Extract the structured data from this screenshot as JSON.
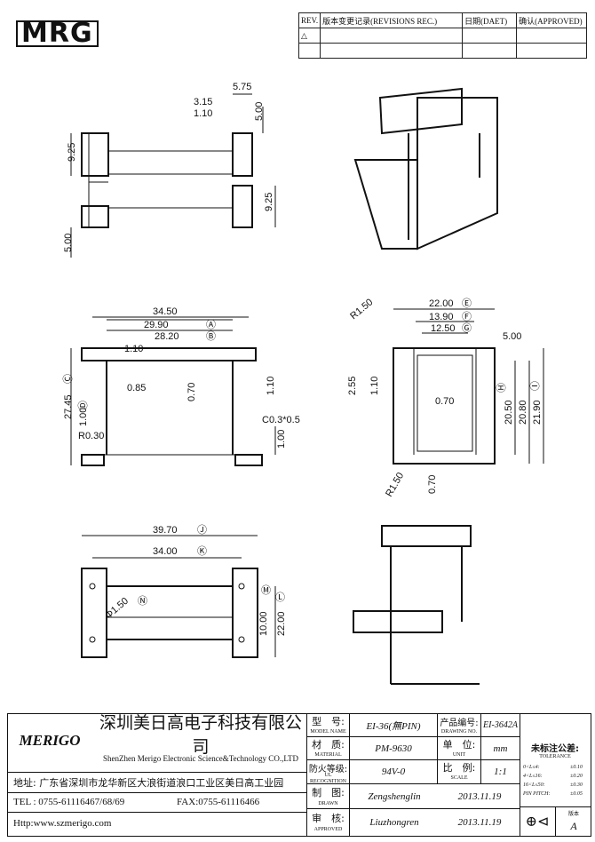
{
  "logo_text": "MRG",
  "revision_table": {
    "headers": [
      "REV.",
      "版本变更记录(REVISIONS REC.)",
      "日期(DAET)",
      "确认(APPROVED)"
    ]
  },
  "views": {
    "top_left": {
      "dims": [
        "5.75",
        "3.15",
        "1.10",
        "5.00",
        "9.25",
        "9.25",
        "5.00"
      ]
    },
    "mid_left": {
      "dims": [
        "34.50",
        "29.90",
        "Ⓐ",
        "28.20",
        "Ⓑ",
        "1.10",
        "0.85",
        "0.70",
        "1.10",
        "27.45",
        "Ⓒ",
        "1.00",
        "Ⓓ",
        "R0.30",
        "C0.3*0.5",
        "1.00"
      ]
    },
    "mid_right": {
      "dims": [
        "22.00",
        "Ⓔ",
        "13.90",
        "Ⓕ",
        "12.50",
        "Ⓖ",
        "5.00",
        "R1.50",
        "2.55",
        "1.10",
        "0.70",
        "Ⓗ",
        "20.50",
        "20.80",
        "Ⓘ",
        "21.90",
        "R1.50",
        "0.70"
      ]
    },
    "bottom_left": {
      "dims": [
        "39.70",
        "Ⓙ",
        "34.00",
        "Ⓚ",
        "Ⓜ",
        "Ⓛ",
        "Φ1.50",
        "Ⓝ",
        "10.00",
        "22.00"
      ]
    }
  },
  "title_block": {
    "company_cn": "深圳美日高电子科技有限公司",
    "company_en": "ShenZhen Merigo Electronic Science&Technology CO.,LTD",
    "brand": "MERIGO",
    "address": "地址: 广东省深圳市龙华新区大浪街道浪口工业区美日高工业园",
    "tel": "TEL : 0755-61116467/68/69",
    "fax": "FAX:0755-61116466",
    "http": "Http:www.szmerigo.com",
    "model_label": "型　号:",
    "model_label_en": "MODEL NAME",
    "model_value": "EI-36(無PIN)",
    "drawing_no_label": "产品编号:",
    "drawing_no_label_en": "DRAWING NO.",
    "drawing_no_value": "EI-3642A",
    "material_label": "材　质:",
    "material_label_en": "MATERIAL",
    "material_value": "PM-9630",
    "unit_label": "单　位:",
    "unit_label_en": "UNIT",
    "unit_value": "mm",
    "fire_label": "防火等级:",
    "fire_label_en": "UL RECOGNITION",
    "fire_value": "94V-0",
    "scale_label": "比　例:",
    "scale_label_en": "SCALE",
    "scale_value": "1:1",
    "drawn_label": "制　图:",
    "drawn_label_en": "DRAWN",
    "drawn_value": "Zengshenglin",
    "drawn_date": "2013.11.19",
    "approved_label": "审　核:",
    "approved_label_en": "APPROVED",
    "approved_value": "Liuzhongren",
    "approved_date": "2013.11.19",
    "tolerance_title": "未标注公差:",
    "tolerance_en": "TOLERANCE",
    "tolerances": [
      {
        "range": "0<L≤4:",
        "value": "±0.10"
      },
      {
        "range": "4<L≤16:",
        "value": "±0.20"
      },
      {
        "range": "16<L≤50:",
        "value": "±0.30"
      },
      {
        "range": "PIN PITCH:",
        "value": "±0.05"
      }
    ],
    "version_label": "版本",
    "version_value": "A"
  }
}
